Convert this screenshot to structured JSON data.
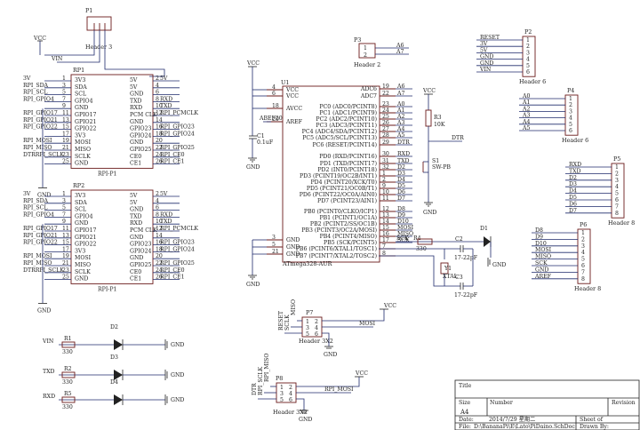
{
  "p1": {
    "ref": "P1",
    "name": "Header 3"
  },
  "vcc": "VCC",
  "vin": "VIN",
  "gnd": "GND",
  "rp1": {
    "ref": "RP1",
    "name": "RPI-P1",
    "left": [
      "3V3",
      "SDA",
      "SCL",
      "GPIO4",
      "GND",
      "GPIO17",
      "GPIO21",
      "GPIO22",
      "3V3",
      "MOSI",
      "MISO",
      "SCLK",
      "GND"
    ],
    "right": [
      "5V",
      "5V",
      "GND",
      "TXD",
      "RXD",
      "PCM CLK",
      "GND",
      "GPIO23",
      "GPIO24",
      "GND",
      "GPIO25",
      "CE0",
      "CE1"
    ],
    "lnums": [
      "1",
      "3",
      "5",
      "7",
      "9",
      "11",
      "13",
      "15",
      "17",
      "19",
      "21",
      "23",
      "25"
    ],
    "rnums": [
      "2",
      "4",
      "6",
      "8",
      "10",
      "12",
      "14",
      "16",
      "18",
      "20",
      "22",
      "24",
      "26"
    ],
    "lnets": [
      "3V",
      "RPI_SDA",
      "RPI_SCL",
      "RPI_GPIO4",
      "",
      "RPI_GPIO17",
      "RPI_GPIO21",
      "RPI_GPIO22",
      "",
      "RPI_MOSI",
      "RPI_MISO",
      "DTRRPI_SCLK",
      ""
    ],
    "rnets": [
      "5V",
      "",
      "",
      "RXD",
      "TXD",
      "RPI_PCMCLK",
      "",
      "RPI_GPIO23",
      "RPI_GPIO24",
      "",
      "RPI_GPIO25",
      "RPI_CE0",
      "RPI_CE1"
    ]
  },
  "rp2": {
    "ref": "RP2",
    "name": "RPI-P1",
    "left": [
      "3V3",
      "SDA",
      "SCL",
      "GPIO4",
      "GND",
      "GPIO17",
      "GPIO21",
      "GPIO22",
      "3V3",
      "MOSI",
      "MISO",
      "SCLK",
      "GND"
    ],
    "right": [
      "5V",
      "5V",
      "GND",
      "TXD",
      "RXD",
      "PCM CLK",
      "GND",
      "GPIO23",
      "GPIO24",
      "GND",
      "GPIO25",
      "CE0",
      "CE1"
    ],
    "lnums": [
      "1",
      "3",
      "5",
      "7",
      "9",
      "11",
      "13",
      "15",
      "17",
      "19",
      "21",
      "23",
      "25"
    ],
    "rnums": [
      "2",
      "4",
      "6",
      "8",
      "10",
      "12",
      "14",
      "16",
      "18",
      "20",
      "22",
      "24",
      "26"
    ],
    "lnets": [
      "3V",
      "RPI_SDA",
      "RPI_SCL",
      "RPI_GPIO4",
      "",
      "RPI_GPIO17",
      "RPI_GPIO21",
      "RPI_GPIO22",
      "",
      "RPI_MOSI",
      "RPI_MISO",
      "DTRRPI_SCLK",
      ""
    ],
    "rnets": [
      "5V",
      "",
      "",
      "RXD",
      "TXD",
      "RPI_PCMCLK",
      "",
      "RPI_GPIO23",
      "RPI_GPIO24",
      "",
      "RPI_GPIO25",
      "RPI_CE0",
      "RPI_CE1"
    ]
  },
  "u1": {
    "ref": "U1",
    "name": "ATmega328-AUR",
    "left": [
      "VCC",
      "VCC",
      "AVCC",
      "AREF"
    ],
    "lnums": [
      "4",
      "6",
      "18",
      "20"
    ],
    "gleft": [
      "GND",
      "GND",
      "GND"
    ],
    "gnums": [
      "3",
      "5",
      "21"
    ],
    "right": [
      "ADC6",
      "ADC7",
      "PC0 (ADC0/PCINT8)",
      "PC1 (ADC1/PCINT9)",
      "PC2 (ADC2/PCINT10)",
      "PC3 (ADC3/PCINT11)",
      "PC4 (ADC4/SDA/PCINT12)",
      "PC5 (ADC5/SCL/PCINT13)",
      "PC6 (RESET/PCINT14)",
      "PD0 (RXD/PCINT16)",
      "PD1 (TXD/PCINT17)",
      "PD2 (INT0/PCINT18)",
      "PD3 (PCINT19/OC2B/INT1)",
      "PD4 (PCINT20/XCK/T0)",
      "PD5 (PCINT21/OC0B/T1)",
      "PD6 (PCINT22/OC0A/AIN0)",
      "PD7 (PCINT23/AIN1)",
      "PB0 (PCINT0/CLKO/ICP1)",
      "PB1 (PCINT1/OC1A)",
      "PB2 (PCINT2/SS/OC1B)",
      "PB3 (PCINT3/OC2A/MOSI)",
      "PB4 (PCINT4/MISO)",
      "PB5 (SCK/PCINT5)",
      "PB6 (PCINT6/XTAL1/TOSC1)",
      "PB7 (PCINT7/XTAL2/TOSC2)"
    ],
    "rnums": [
      "19",
      "22",
      "23",
      "24",
      "25",
      "26",
      "27",
      "28",
      "29",
      "30",
      "31",
      "32",
      "1",
      "2",
      "9",
      "10",
      "11",
      "12",
      "13",
      "14",
      "15",
      "16",
      "17",
      "7",
      "8"
    ],
    "rnets": [
      "A6",
      "A7",
      "A0",
      "A1",
      "A2",
      "A3",
      "A4",
      "A5",
      "DTR",
      "RXD",
      "TXD",
      "D2",
      "D3",
      "D4",
      "D5",
      "D6",
      "D7",
      "D8",
      "D9",
      "D10",
      "MOSI",
      "MISO",
      "SCK",
      "",
      ""
    ]
  },
  "p3": {
    "ref": "P3",
    "name": "Header 2",
    "pins": [
      "1",
      "2"
    ],
    "nets": [
      "A6",
      "A7"
    ]
  },
  "p2": {
    "ref": "P2",
    "name": "Header 6",
    "nets": [
      "RESET",
      "3V",
      "5V",
      "GND",
      "GND",
      "VIN"
    ],
    "pins": [
      "1",
      "2",
      "3",
      "4",
      "5",
      "6"
    ]
  },
  "p4": {
    "ref": "P4",
    "name": "Header 6",
    "nets": [
      "A0",
      "A1",
      "A2",
      "A3",
      "A4",
      "A5"
    ],
    "pins": [
      "1",
      "2",
      "3",
      "4",
      "5",
      "6"
    ]
  },
  "p5": {
    "ref": "P5",
    "name": "Header 8",
    "nets": [
      "RXD",
      "TXD",
      "D2",
      "D3",
      "D4",
      "D5",
      "D6",
      "D7"
    ],
    "pins": [
      "1",
      "2",
      "3",
      "4",
      "5",
      "6",
      "7",
      "8"
    ]
  },
  "p6": {
    "ref": "P6",
    "name": "Header 8",
    "nets": [
      "D8",
      "D9",
      "D10",
      "MOSI",
      "MISO",
      "SCK",
      "GND",
      "AREF"
    ],
    "pins": [
      "1",
      "2",
      "3",
      "4",
      "5",
      "6",
      "7",
      "8"
    ]
  },
  "c1": {
    "ref": "C1",
    "val": "0.1uF"
  },
  "abef": "ABEF20",
  "r3": {
    "ref": "R3",
    "val": "10K"
  },
  "s1": {
    "ref": "S1",
    "name": "SW-PB"
  },
  "dtr": "DTR",
  "r4": {
    "ref": "R4",
    "val": "330"
  },
  "d1": "D1",
  "c2": {
    "ref": "C2",
    "val": "17-22pF"
  },
  "c3": {
    "ref": "C3",
    "val": "17-22pF"
  },
  "y1": {
    "ref": "Y1",
    "name": "XTAL"
  },
  "sck": "SCK",
  "p7": {
    "ref": "P7",
    "name": "Header 3X2",
    "side": "MISO",
    "side2": "SCLK",
    "side3": "RESET",
    "net": "MOSI",
    "pins": [
      "1",
      "2",
      "3",
      "4",
      "5",
      "6"
    ]
  },
  "p8": {
    "ref": "P8",
    "name": "Header 3X2",
    "side": "RPI_MISO",
    "side2": "RPI_SCLK",
    "side3": "DTR",
    "net": "RPI_MOSI",
    "pins": [
      "1",
      "2",
      "3",
      "4",
      "5",
      "6"
    ]
  },
  "leds": [
    {
      "net": "VIN",
      "r": "R1",
      "v": "330",
      "d": "D2"
    },
    {
      "net": "TXD",
      "r": "R2",
      "v": "330",
      "d": "D3"
    },
    {
      "net": "RXD",
      "r": "R5",
      "v": "330",
      "d": "D4"
    }
  ],
  "tb": {
    "title": "Title",
    "size": "Size",
    "a4": "A4",
    "number": "Number",
    "rev": "Revision",
    "date": "Date:",
    "dateval": "2014/7/29 星期二",
    "sheet": "Sheet    of",
    "file": "File:",
    "fileval": "D:\\BananaPi\\E\\Lato\\PiDaino.SchDoc",
    "drawn": "Drawn By:"
  },
  "colors": {
    "wire": "#1f2a6b",
    "body": "#6a1a1a",
    "text": "#222222"
  }
}
